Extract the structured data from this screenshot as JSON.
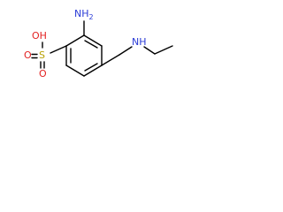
{
  "molecule": {
    "atoms": [
      {
        "id": "nh2",
        "text": "NH2",
        "parts": [
          "NH",
          "2"
        ],
        "color": "#2a3bd6"
      },
      {
        "id": "oh",
        "text": "OH",
        "color": "#e32222"
      },
      {
        "id": "s",
        "text": "S",
        "color": "#b8a000"
      },
      {
        "id": "o-top",
        "text": "O",
        "color": "#e32222"
      },
      {
        "id": "o-bottom",
        "text": "O",
        "color": "#e32222"
      },
      {
        "id": "nh",
        "text": "NH",
        "color": "#2a3bd6"
      }
    ]
  }
}
